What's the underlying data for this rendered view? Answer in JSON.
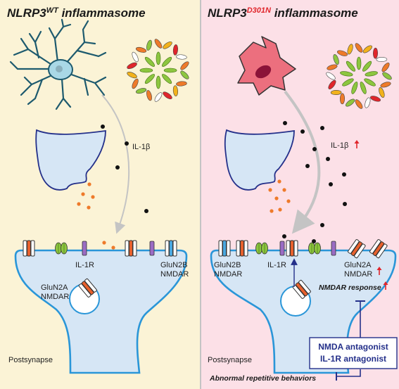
{
  "colors": {
    "left_bg": "#fbf3d6",
    "right_bg": "#fce0e7",
    "postsynapse_fill": "#d6e6f5",
    "membrane": "#2a96d8",
    "microglia_left": "#a9d8e6",
    "microglia_right": "#ec6f7e",
    "orange_dot": "#ee7a2a",
    "red_arrow": "#e0252b",
    "antagonist_text": "#24308a"
  },
  "left": {
    "title_main": "NLRP3",
    "title_sup": "WT",
    "title_tail": " inflammasome",
    "il1b": "IL-1β",
    "il1r": "IL-1R",
    "glun2b_line1": "GluN2B",
    "glun2b_line2": "NMDAR",
    "glun2a_line1": "GluN2A",
    "glun2a_line2": "NMDAR",
    "postsynapse": "Postsynapse"
  },
  "right": {
    "title_main": "NLRP3",
    "title_sup": "D301N",
    "title_tail": " inflammasome",
    "il1b": "IL-1β",
    "glun2b_line1": "GluN2B",
    "glun2b_line2": "NMDAR",
    "il1r": "IL-1R",
    "glun2a_line1": "GluN2A",
    "glun2a_line2": "NMDAR",
    "nmdar_response": "NMDAR response",
    "postsynapse": "Postsynapse",
    "antagonist_line1": "NMDA antagonist",
    "antagonist_line2": "IL-1R antagonist",
    "behaviors": "Abnormal repetitive behaviors"
  },
  "icons": [
    "microglia-ramified-icon",
    "microglia-activated-icon",
    "inflammasome-ring-icon",
    "presynaptic-terminal-icon",
    "nmda-receptor-icon",
    "il1-receptor-icon",
    "up-arrow-icon",
    "inhibition-bar-icon"
  ]
}
